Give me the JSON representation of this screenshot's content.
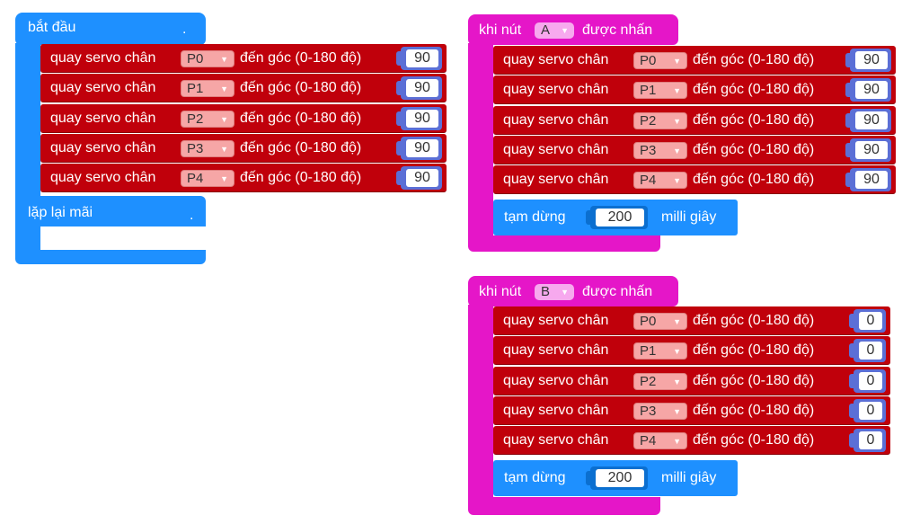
{
  "start_block": {
    "title": "bắt đầu",
    "loop_label": "lặp lại mãi"
  },
  "servo_text": {
    "prefix": "quay servo chân",
    "suffix": "đến góc (0-180 độ)"
  },
  "start_servos": [
    {
      "pin": "P0",
      "angle": "90"
    },
    {
      "pin": "P1",
      "angle": "90"
    },
    {
      "pin": "P2",
      "angle": "90"
    },
    {
      "pin": "P3",
      "angle": "90"
    },
    {
      "pin": "P4",
      "angle": "90"
    }
  ],
  "button_a": {
    "prefix": "khi nút",
    "button": "A",
    "suffix": "được nhấn",
    "servos": [
      {
        "pin": "P0",
        "angle": "90"
      },
      {
        "pin": "P1",
        "angle": "90"
      },
      {
        "pin": "P2",
        "angle": "90"
      },
      {
        "pin": "P3",
        "angle": "90"
      },
      {
        "pin": "P4",
        "angle": "90"
      }
    ],
    "pause": {
      "label": "tạm dừng",
      "value": "200",
      "unit": "milli giây"
    }
  },
  "button_b": {
    "prefix": "khi nút",
    "button": "B",
    "suffix": "được nhấn",
    "servos": [
      {
        "pin": "P0",
        "angle": "0"
      },
      {
        "pin": "P1",
        "angle": "0"
      },
      {
        "pin": "P2",
        "angle": "0"
      },
      {
        "pin": "P3",
        "angle": "0"
      },
      {
        "pin": "P4",
        "angle": "0"
      }
    ],
    "pause": {
      "label": "tạm dừng",
      "value": "200",
      "unit": "milli giây"
    }
  },
  "colors": {
    "control": "#1e90ff",
    "input_event": "#e516c8",
    "servo": "#c0000b",
    "number": "#5b6fd6"
  }
}
